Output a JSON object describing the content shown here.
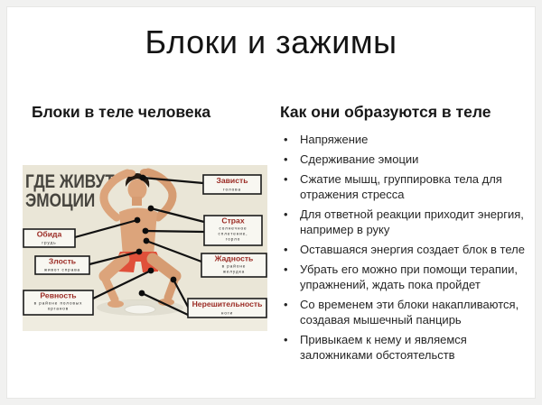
{
  "slide": {
    "title": "Блоки и зажимы",
    "left": {
      "heading": "Блоки в теле человека"
    },
    "right": {
      "heading": "Как они образуются в теле",
      "bullet_glyph": "•",
      "bullets": [
        "Напряжение",
        "Сдерживание эмоции",
        "Сжатие мышц, группировка тела для отражения стресса",
        "Для ответной реакции приходит энергия, например в руку",
        "Оставшаяся энергия создает блок в теле",
        "Убрать его можно при помощи терапии, упражнений, ждать пока пройдет",
        "Со временем эти блоки накапливаются, создавая мышечный панцирь",
        "Привыкаем к нему и являемся заложниками обстоятельств"
      ]
    }
  },
  "diagram": {
    "title_line1": "ГДЕ ЖИВУТ",
    "title_line2": "ЭМОЦИИ",
    "labels": [
      {
        "title": "Зависть",
        "lines": [
          "голова"
        ]
      },
      {
        "title": "Страх",
        "lines": [
          "солнечное",
          "сплетение,",
          "горло"
        ]
      },
      {
        "title": "Жадность",
        "lines": [
          "в районе",
          "желудка"
        ]
      },
      {
        "title": "Нерешительность",
        "lines": [
          "ноги"
        ]
      },
      {
        "title": "Обида",
        "lines": [
          "грудь"
        ]
      },
      {
        "title": "Злость",
        "lines": [
          "живот справа"
        ]
      },
      {
        "title": "Ревность",
        "lines": [
          "в районе половых",
          "органов"
        ]
      }
    ],
    "colors": {
      "background": "#eae6d7",
      "label_accent": "#9b2b24",
      "skin": "#dca47b",
      "shorts": "#e0503a"
    }
  }
}
